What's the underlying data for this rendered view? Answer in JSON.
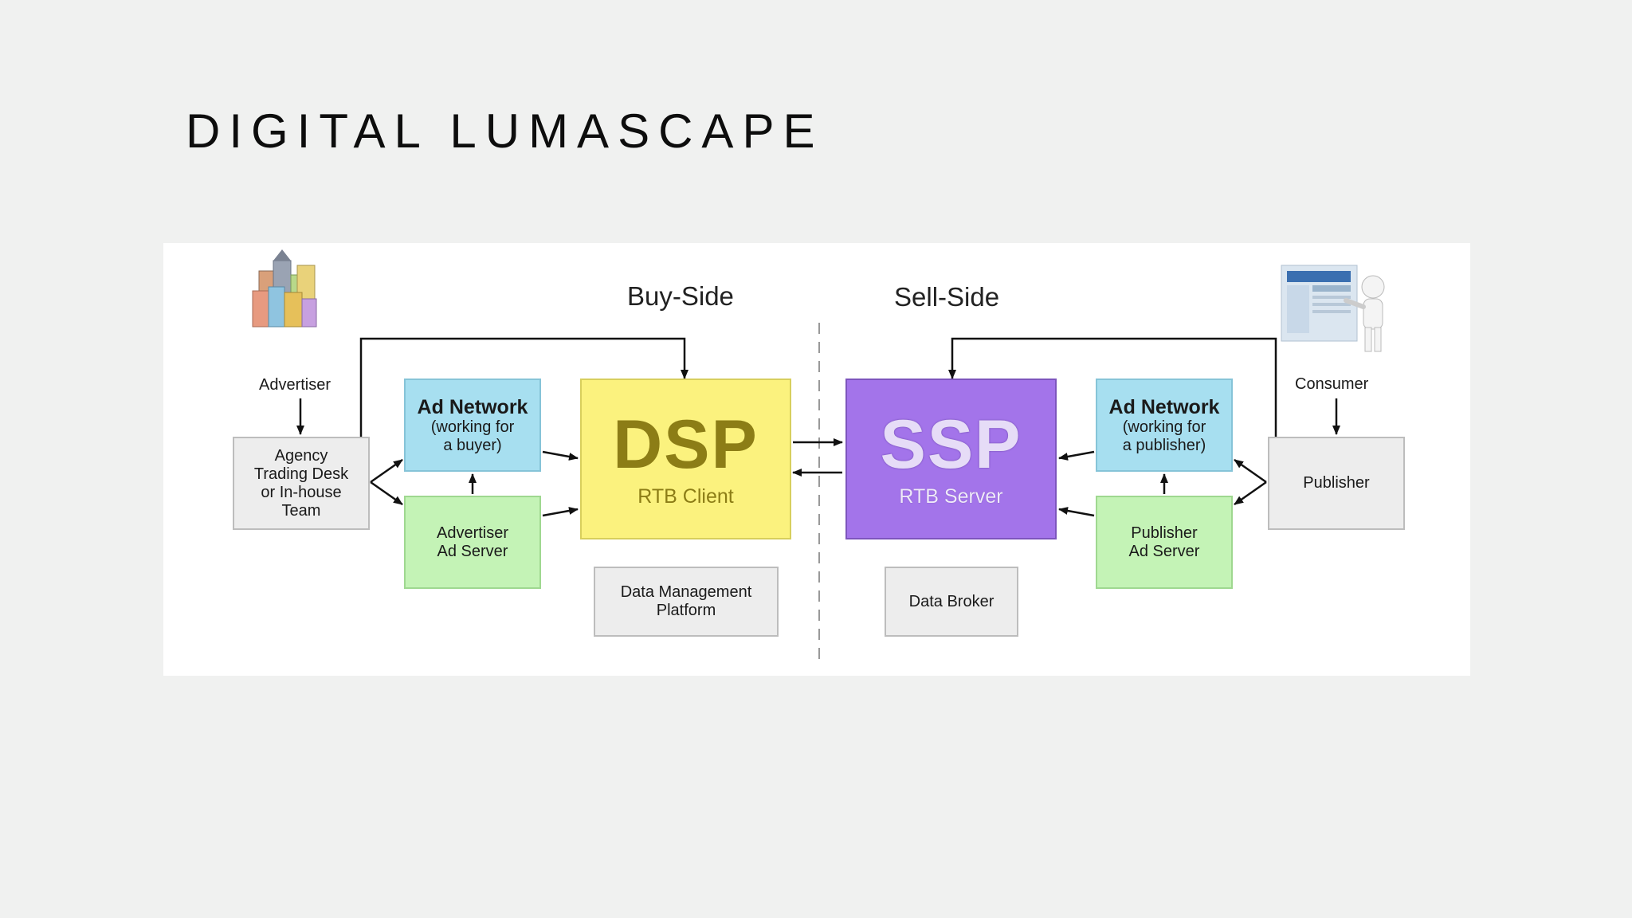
{
  "slide": {
    "title": "DIGITAL LUMASCAPE"
  },
  "diagram": {
    "buy_side": "Buy-Side",
    "sell_side": "Sell-Side",
    "advertiser": "Advertiser",
    "consumer": "Consumer",
    "agency": [
      "Agency",
      "Trading Desk",
      "or In-house",
      "Team"
    ],
    "ad_network_buy": {
      "title": "Ad Network",
      "line1": "(working for",
      "line2": "a buyer)"
    },
    "advertiser_ad_server": [
      "Advertiser",
      "Ad Server"
    ],
    "dsp": {
      "title": "DSP",
      "subtitle": "RTB Client"
    },
    "dmp": [
      "Data Management",
      "Platform"
    ],
    "ssp": {
      "title": "SSP",
      "subtitle": "RTB Server"
    },
    "data_broker": "Data Broker",
    "ad_network_sell": {
      "title": "Ad Network",
      "line1": "(working for",
      "line2": "a publisher)"
    },
    "publisher_ad_server": [
      "Publisher",
      "Ad Server"
    ],
    "publisher": "Publisher"
  },
  "colors": {
    "background": "#f0f1f0",
    "dsp_yellow": "#fbf27e",
    "ssp_purple": "#a374ea",
    "ad_network_blue": "#a7dff0",
    "ad_server_green": "#c4f3b6",
    "neutral_gray": "#ededed"
  },
  "icons": [
    "city-buildings-icon",
    "consumer-figure-icon"
  ]
}
